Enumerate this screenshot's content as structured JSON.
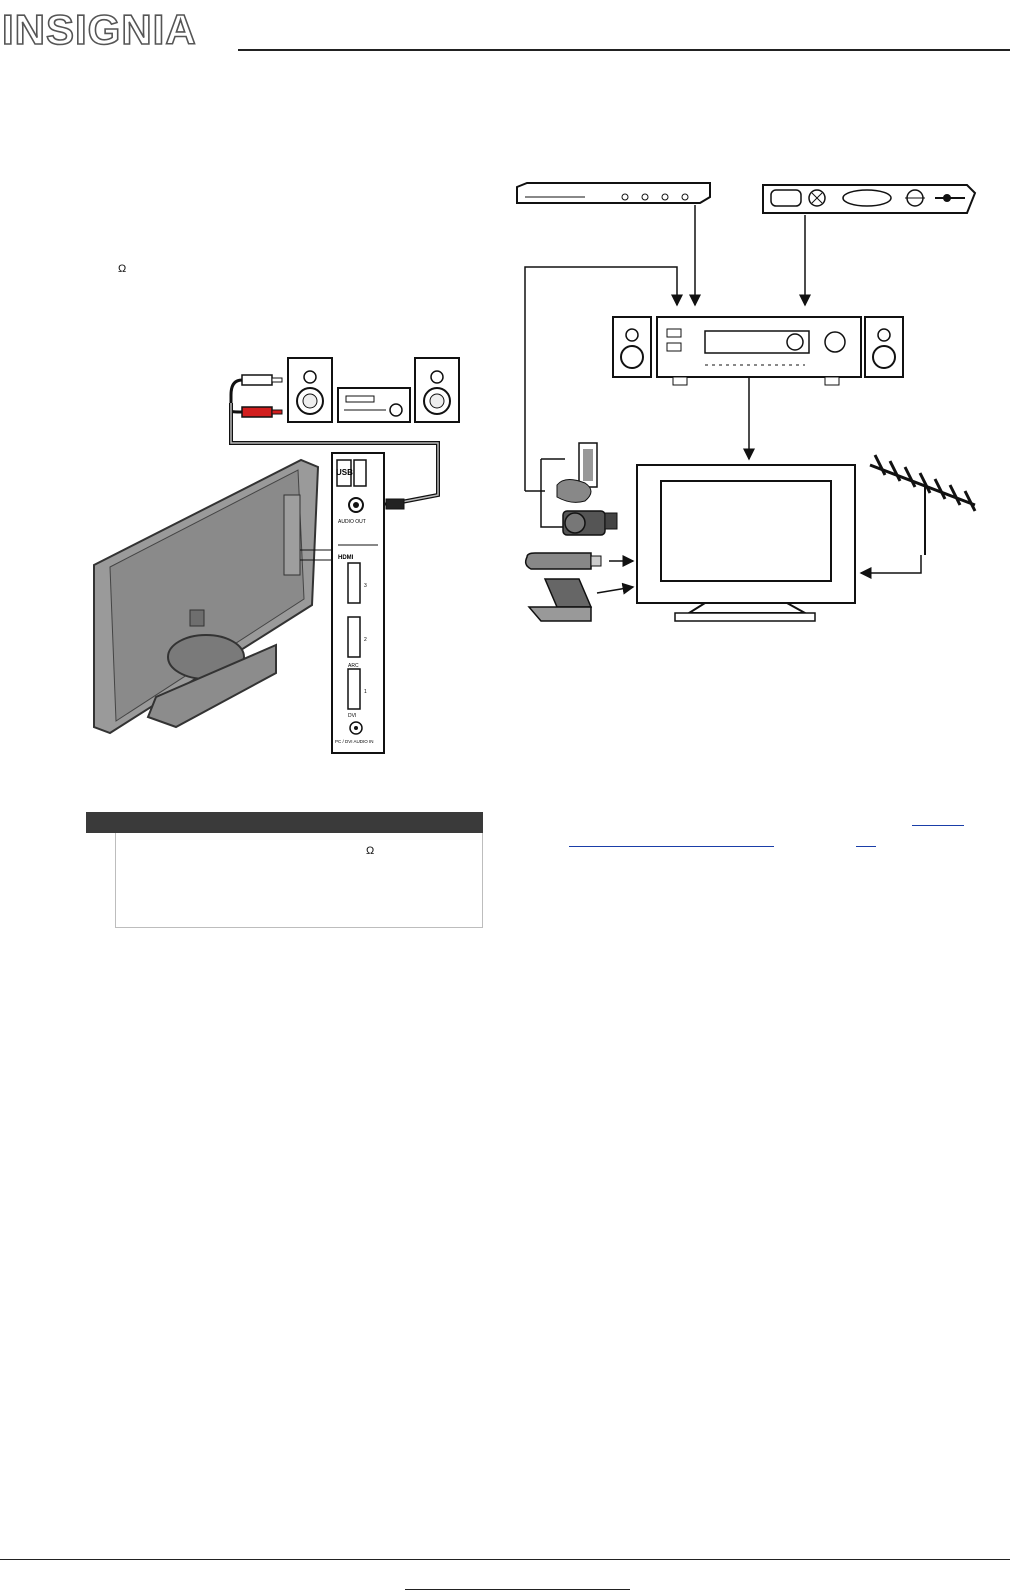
{
  "header": {
    "brand": "INSIGNIA"
  },
  "left_column": {
    "headphone_glyph": "Ω",
    "audio_panel_labels": {
      "usb": "USB",
      "audio_out": "AUDIO OUT",
      "hdmi": "HDMI",
      "arc": "ARC",
      "dvi": "DVI",
      "pc_dvi_audio_in": "PC / DVI AUDIO IN",
      "port_numbers": [
        "3",
        "2",
        "1"
      ]
    },
    "note": {
      "headphone_glyph": "Ω"
    }
  },
  "right_column": {},
  "colors": {
    "line": "#111111",
    "note_header": "#3a3a3a",
    "link": "#1a3ea8",
    "rca_red": "#d21e1e"
  }
}
